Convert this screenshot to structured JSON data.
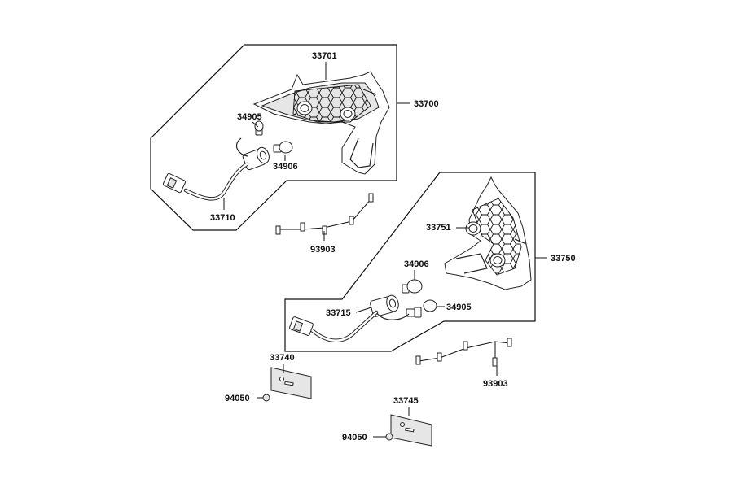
{
  "labels": {
    "l33701": "33701",
    "l33700": "33700",
    "l34905a": "34905",
    "l34906a": "34906",
    "l33710": "33710",
    "l93903a": "93903",
    "l33751": "33751",
    "l34906b": "34906",
    "l33750": "33750",
    "l33715": "33715",
    "l34905b": "34905",
    "l93903b": "93903",
    "l33740": "33740",
    "l94050a": "94050",
    "l33745": "33745",
    "l94050b": "94050"
  },
  "colors": {
    "line": "#111111",
    "part_fill": "#ffffff",
    "shade": "#e6e6e6"
  }
}
